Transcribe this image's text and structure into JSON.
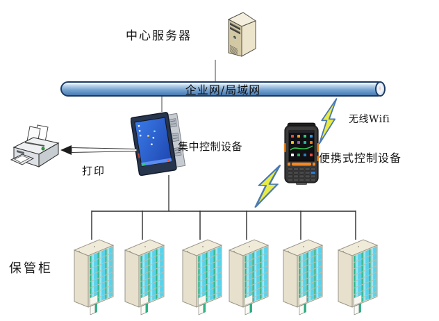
{
  "labels": {
    "central_server": "中心服务器",
    "network": "企业网/局域网",
    "central_control": "集中控制设备",
    "print": "打印",
    "wifi": "无线Wifi",
    "portable_control": "便携式控制设备",
    "cabinet": "保管柜"
  },
  "icons": {
    "server": "server-tower-icon",
    "network": "network-pipe",
    "central_control": "touch-panel-monitor-icon",
    "printer": "printer-icon",
    "portable": "handheld-terminal-icon",
    "wireless": "lightning-bolt-icon",
    "cabinet": "storage-cabinet-icon"
  },
  "colors": {
    "pipe_border": "#1c3a63",
    "pipe_fill": "#7aa6d2",
    "bolt_fill": "#e9ea42",
    "bolt_stroke": "#4a79b4",
    "cabinet_cell": "#5ad2ea",
    "cabinet_divider": "#2eb589",
    "line_color": "#2b2b2b",
    "server_body": "#d3c8a4",
    "handheld_accent": "#f5871f",
    "monitor_screen": "#2a5fd0"
  },
  "cabinets": {
    "count": 6
  }
}
